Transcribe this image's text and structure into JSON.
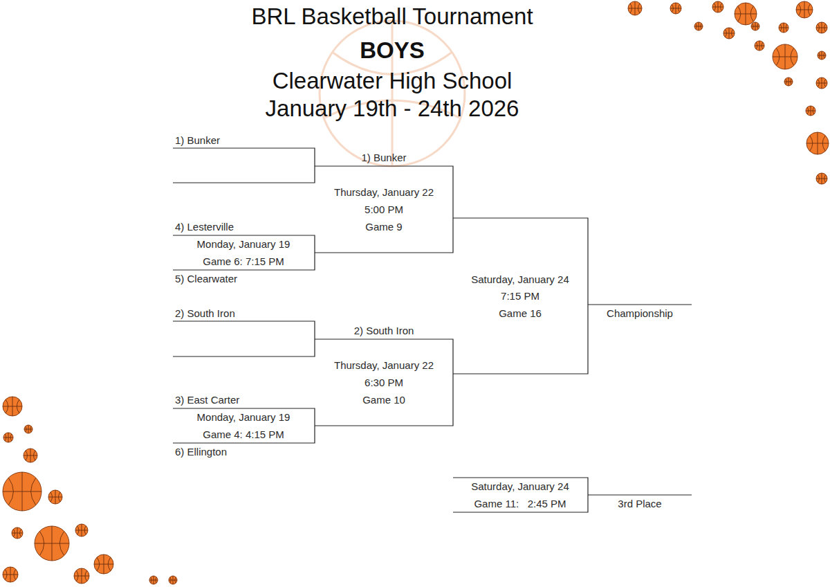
{
  "diagram": {
    "title": "BRL Basketball Tournament",
    "labels": [
      "BOYS",
      "Clearwater High School",
      "January 19th - 24th 2026",
      "1) Bunker",
      "1) Bunker",
      "Thursday, January 22",
      "5:00 PM",
      "Game 9",
      "4) Lesterville",
      "Monday, January 19",
      "Game 6: 7:15 PM",
      "5) Clearwater",
      "Saturday, January 24",
      "7:15 PM",
      "Game 16",
      "Championship",
      "2) South Iron",
      "2) South Iron",
      "Thursday, January 22",
      "6:30 PM",
      "Game 10",
      "3) East Carter",
      "Monday, January 19",
      "Game 4: 4:15 PM",
      "6) Ellington",
      "Saturday, January 24",
      "Game 11:   2:45 PM",
      "3rd Place"
    ]
  }
}
